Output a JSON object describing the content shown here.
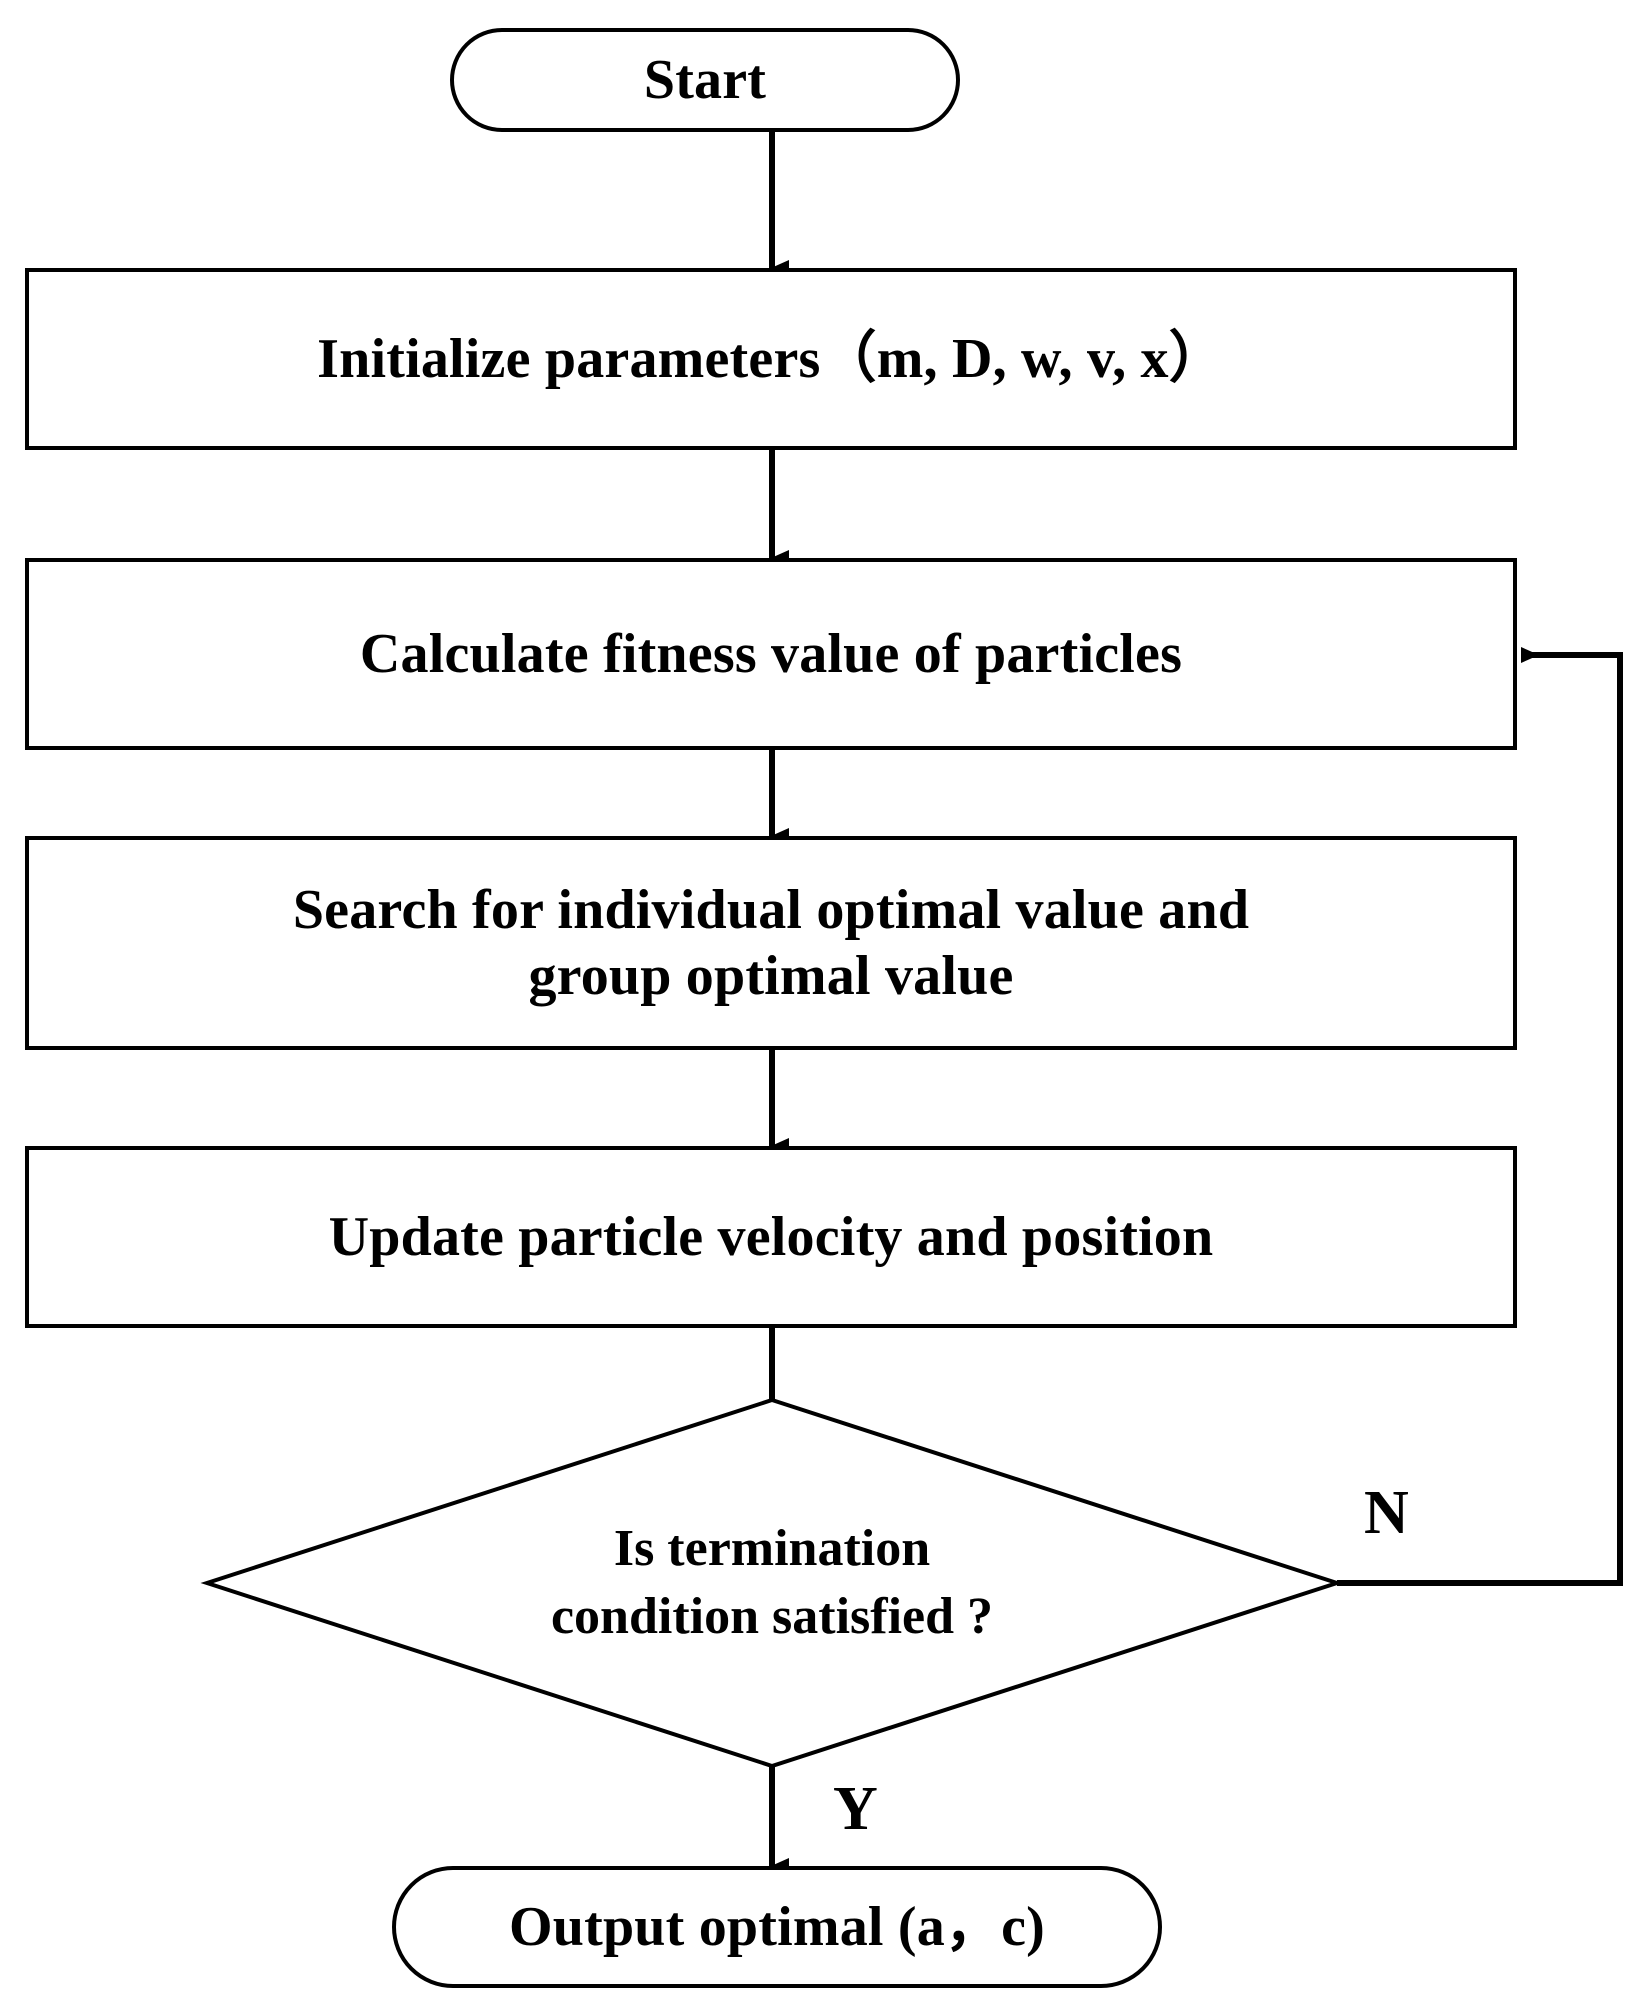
{
  "diagram": {
    "title": "Particle Swarm Optimization flowchart",
    "background_color": "#ffffff",
    "stroke_color": "#000000",
    "nodes": {
      "start": {
        "label": "Start",
        "shape": "stadium"
      },
      "initialize": {
        "label": "Initialize parameters（m, D, w, v, x）",
        "shape": "rectangle"
      },
      "calculate_fitness": {
        "label": "Calculate fitness value of particles",
        "shape": "rectangle"
      },
      "search_optimal": {
        "label": "Search for individual optimal value and\ngroup optimal value",
        "shape": "rectangle"
      },
      "update_particle": {
        "label": "Update particle velocity and position",
        "shape": "rectangle"
      },
      "termination_decision": {
        "label": "Is termination\ncondition satisfied ?",
        "shape": "diamond"
      },
      "output": {
        "label": "Output optimal (a，c)",
        "shape": "stadium"
      }
    },
    "edge_labels": {
      "no_branch": "N",
      "yes_branch": "Y"
    }
  }
}
